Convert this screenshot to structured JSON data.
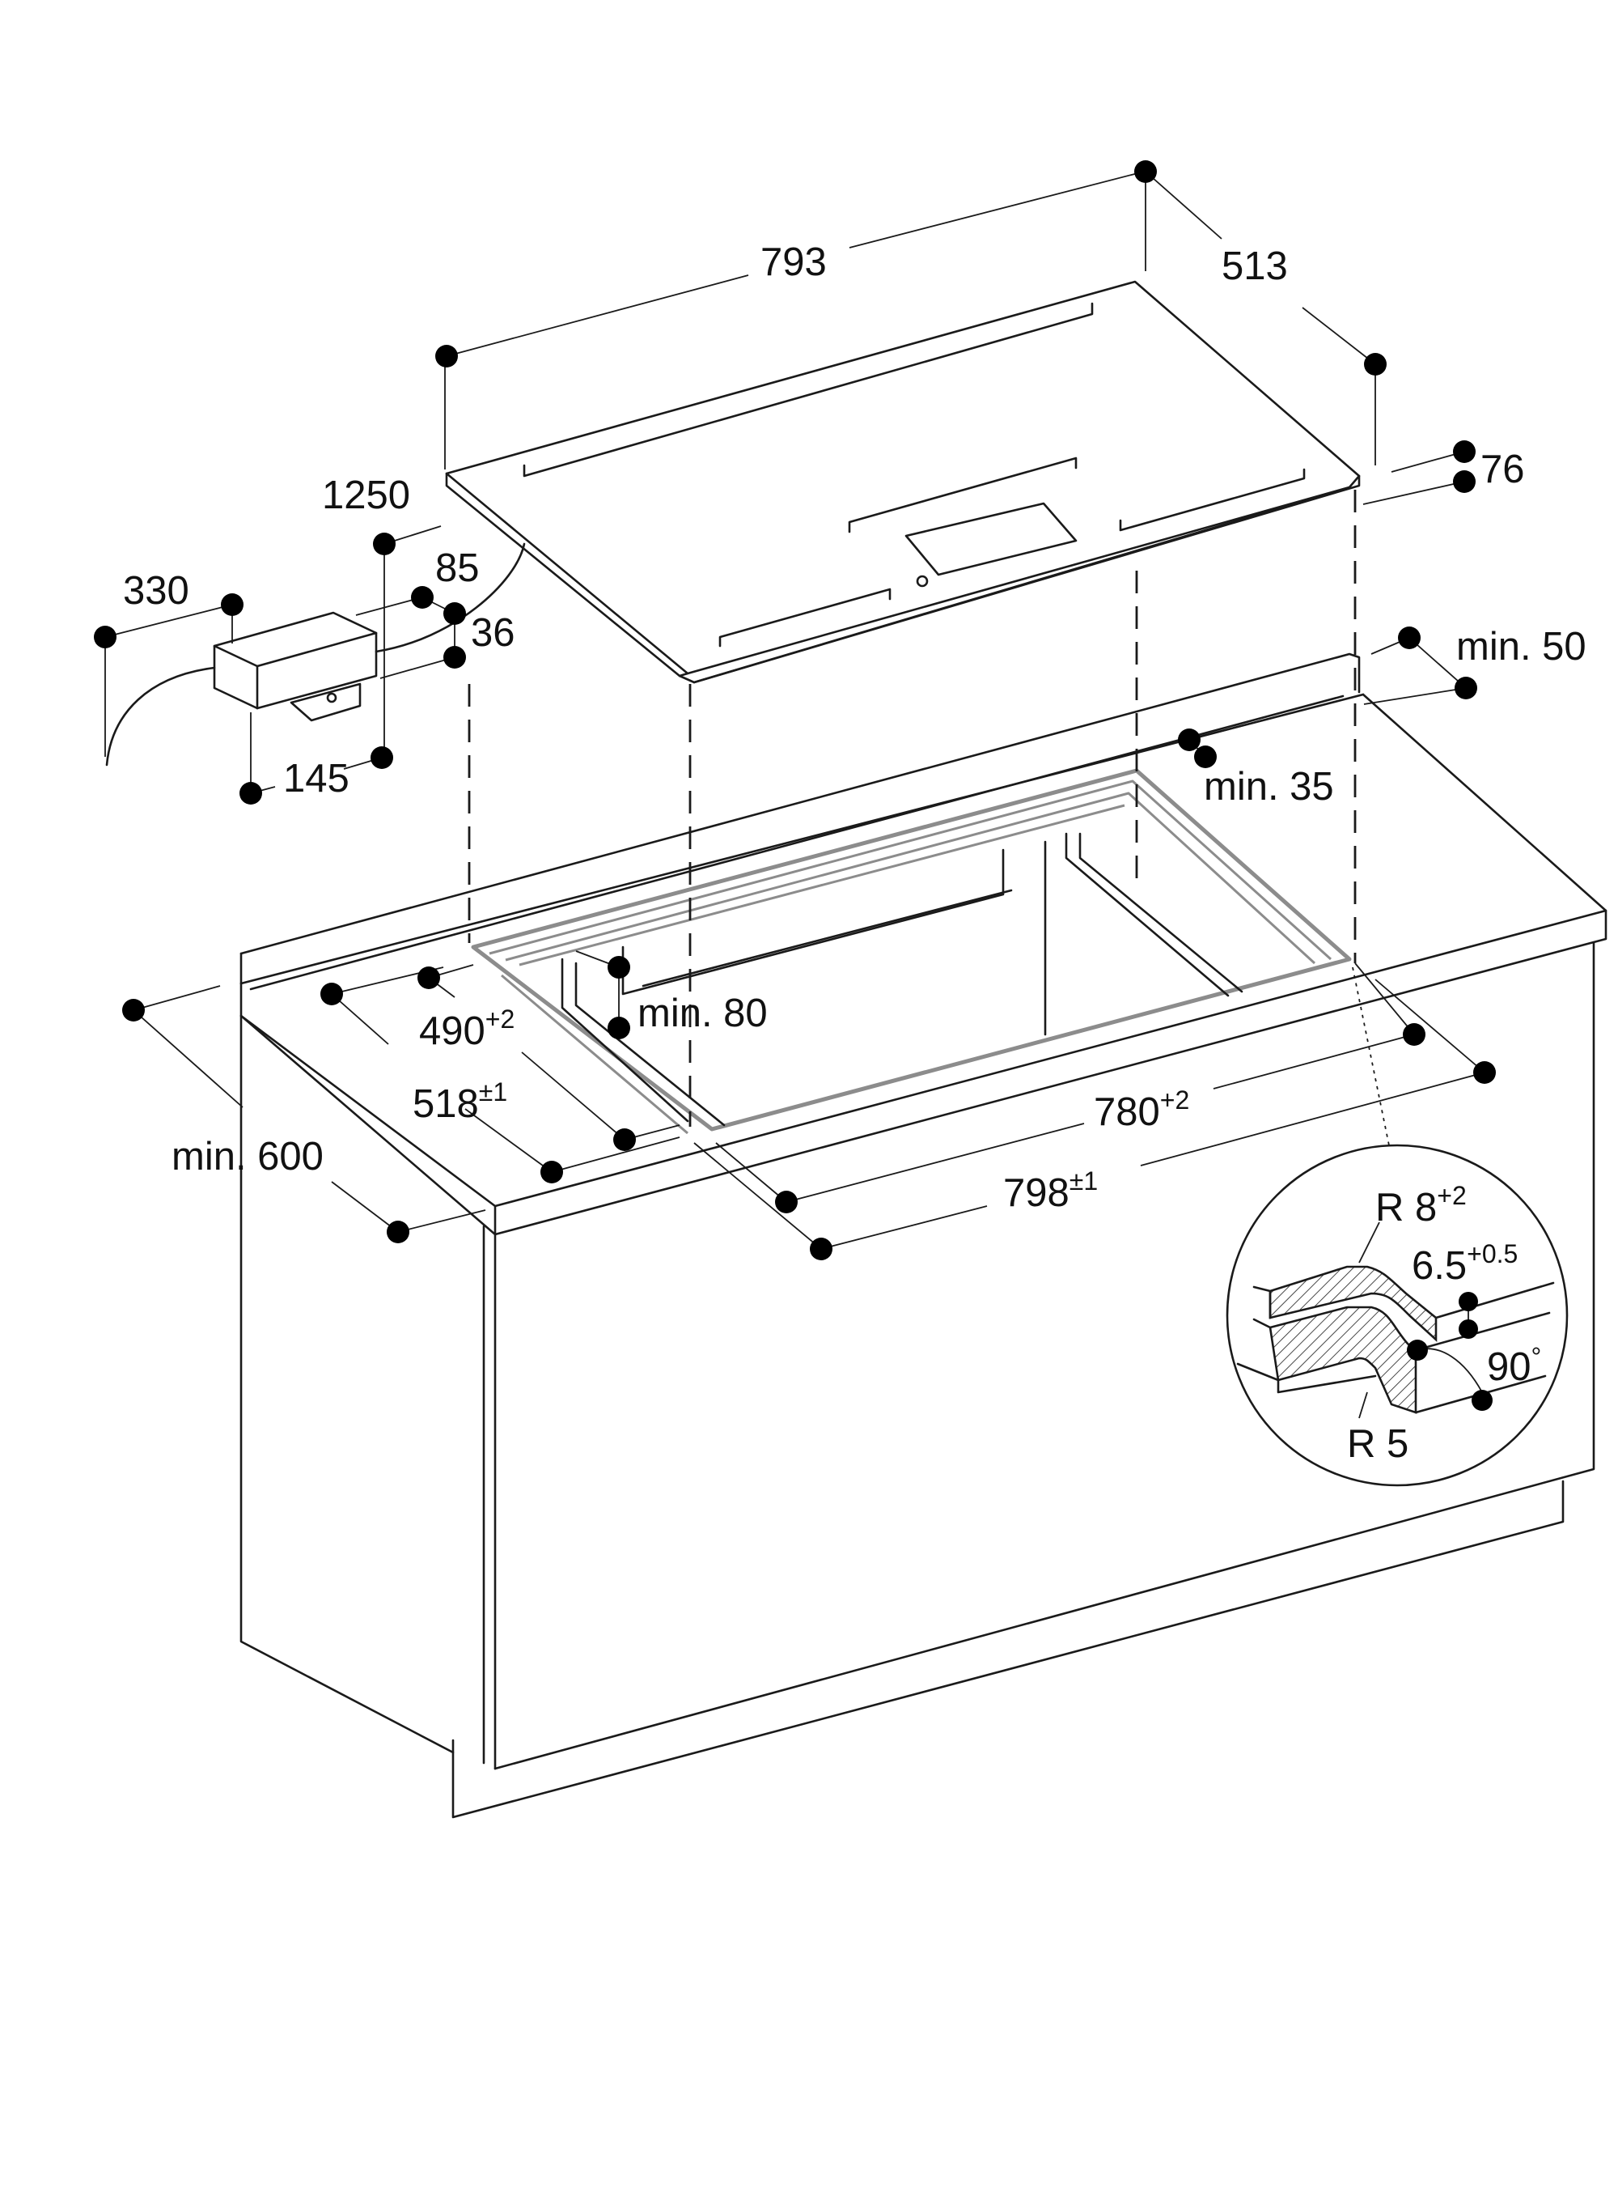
{
  "colors": {
    "line": "#1a1a1a",
    "dot": "#000000",
    "cutout": "#8c8c8c",
    "background": "#ffffff"
  },
  "dimensions": {
    "width_793": "793",
    "depth_513": "513",
    "height_76": "76",
    "cable_1250": "1250",
    "box_85": "85",
    "box_330": "330",
    "box_36": "36",
    "box_145": "145",
    "min_50": "min. 50",
    "min_35": "min. 35",
    "min_80": "min. 80",
    "min_600": "min. 600",
    "cut_490": {
      "base": "490",
      "tol": "+2"
    },
    "cut_518": {
      "base": "518",
      "tol": "±1"
    },
    "cut_780": {
      "base": "780",
      "tol": "+2"
    },
    "cut_798": {
      "base": "798",
      "tol": "±1"
    }
  },
  "detail": {
    "r8": {
      "base": "R 8",
      "tol": "+2"
    },
    "d65": {
      "base": "6.5",
      "tol": "+0.5"
    },
    "angle": "90",
    "angle_unit": "°",
    "r5": "R 5"
  }
}
